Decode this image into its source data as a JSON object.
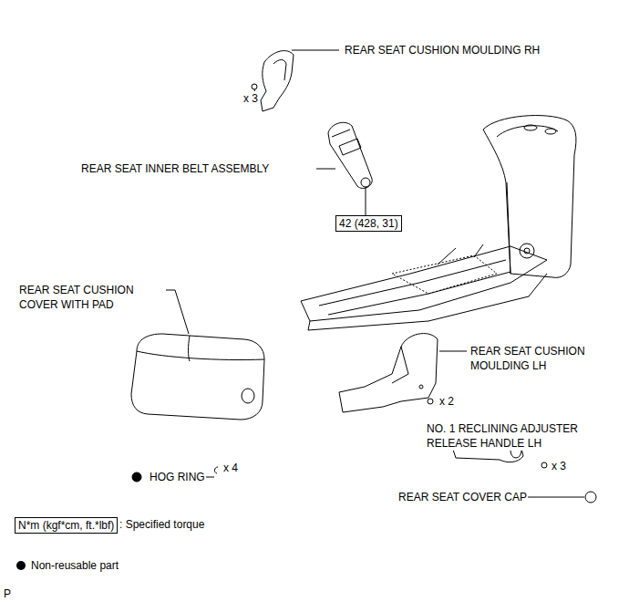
{
  "diagram": {
    "nodes": [
      {
        "text": [
          "42 (428, 31)"
        ]
      },
      {
        "text": [
          "N*m (kgf*cm, ft.*lbf)"
        ]
      }
    ],
    "labels": [
      "REAR SEAT CUSHION MOULDING RH",
      "x 3",
      "REAR SEAT INNER BELT ASSEMBLY",
      "REAR SEAT CUSHION COVER WITH PAD",
      "REAR SEAT CUSHION MOULDING LH",
      "x 2",
      "NO. 1 RECLINING ADJUSTER RELEASE HANDLE LH",
      "x 3",
      "HOG RING",
      "x 4",
      "REAR SEAT COVER CAP",
      ": Specified torque",
      "P"
    ],
    "legend": [
      {
        "text": "Non-reusable part"
      }
    ]
  }
}
